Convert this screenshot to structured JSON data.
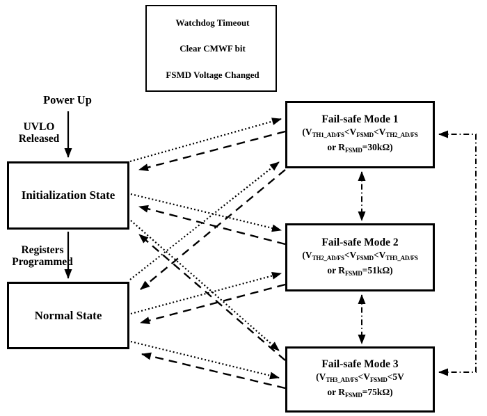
{
  "colors": {
    "ink": "#000000",
    "background": "#ffffff"
  },
  "legend": {
    "items": [
      {
        "label": "Watchdog Timeout",
        "line_style": "dotted",
        "arrow": "right"
      },
      {
        "label": "Clear CMWF bit",
        "line_style": "dashed",
        "arrow": "left"
      },
      {
        "label": "FSMD Voltage Changed",
        "line_style": "dash-dot",
        "arrow": "both"
      }
    ]
  },
  "left_flow": {
    "power_up": "Power Up",
    "uvlo_released": "UVLO\nReleased",
    "init_state": "Initialization State",
    "registers_programmed": "Registers\nProgrammed",
    "normal_state": "Normal State"
  },
  "modes": [
    {
      "title": "Fail-safe Mode 1",
      "cond": {
        "p1": "(V",
        "sub1": "TH1_AD/FS",
        "p2": "<V",
        "sub2": "FSMD",
        "p3": "<V",
        "sub3": "TH2_AD/FS",
        "p4": "or R",
        "sub4": "FSMD",
        "p5": "=30kΩ)"
      }
    },
    {
      "title": "Fail-safe Mode 2",
      "cond": {
        "p1": "(V",
        "sub1": "TH2_AD/FS",
        "p2": "<V",
        "sub2": "FSMD",
        "p3": "<V",
        "sub3": "TH3_AD/FS",
        "p4": "or R",
        "sub4": "FSMD",
        "p5": "=51kΩ)"
      }
    },
    {
      "title": "Fail-safe Mode 3",
      "cond": {
        "p1": "(V",
        "sub1": "TH3_AD/FS",
        "p2": "<V",
        "sub2": "FSMD",
        "p3": "<5V",
        "sub3": "",
        "p4": "or R",
        "sub4": "FSMD",
        "p5": "=75kΩ)"
      }
    }
  ]
}
